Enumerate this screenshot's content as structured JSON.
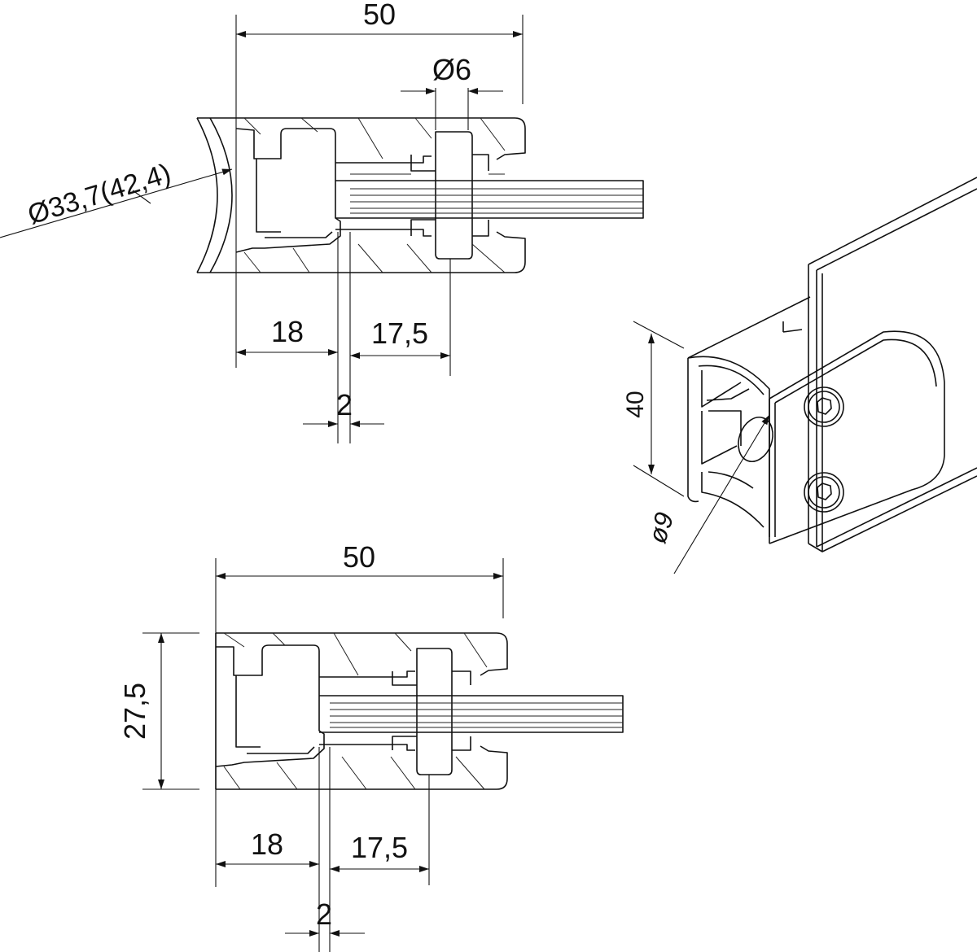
{
  "drawing": {
    "top_view": {
      "width_dim": "50",
      "pin_dim": "Ø6",
      "tube_dim": "Ø33,7(42,4)",
      "offset_dim": "18",
      "hole_dim": "17,5",
      "gap_dim": "2"
    },
    "iso_view": {
      "height_dim": "40",
      "hole_dim": "ø9"
    },
    "flat_view": {
      "width_dim": "50",
      "thickness_dim": "27,5",
      "offset_dim": "18",
      "hole_dim": "17,5",
      "gap_dim": "2"
    }
  }
}
